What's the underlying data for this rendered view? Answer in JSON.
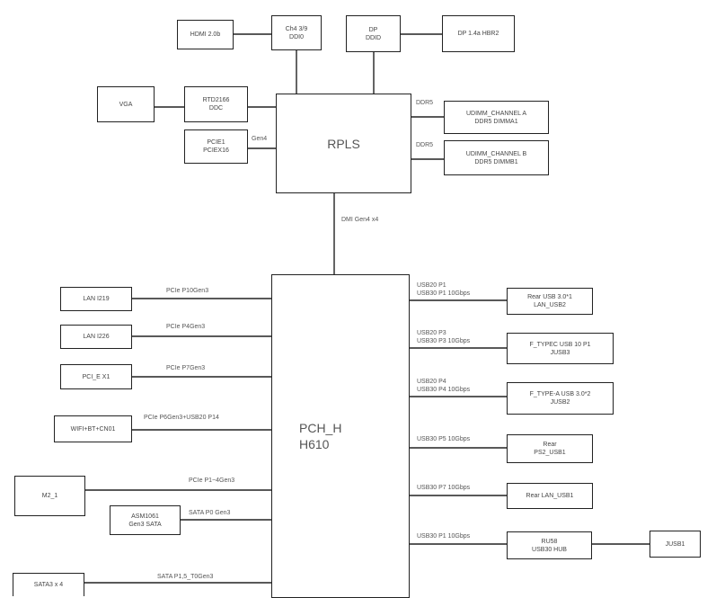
{
  "chips": {
    "rpls": "RPLS",
    "pch": [
      "PCH_H",
      "H610"
    ]
  },
  "top_boxes": {
    "hdmi": "HDMI 2.0b",
    "ch_ddi": [
      "Ch4 3/9",
      "DDI0"
    ],
    "dp_ddi": [
      "DP",
      "DDID"
    ],
    "dp_hbr": "DP 1.4a HBR2",
    "vga": "VGA",
    "rt_ddc": [
      "RTD2166",
      "DDC"
    ],
    "pcie_slot": [
      "PCIE1",
      "PCIEX16"
    ]
  },
  "memory": {
    "ddr_label_a": "DDR5",
    "ddr_label_b": "DDR5",
    "channel_a": [
      "UDIMM_CHANNEL A",
      "DDR5 DIMMA1"
    ],
    "channel_b": [
      "UDIMM_CHANNEL B",
      "DDR5 DIMMB1"
    ]
  },
  "links": {
    "gen4": "Gen4",
    "dmi": "DMI Gen4 x4",
    "lan1": "PCIe P10Gen3",
    "lan2": "PCIe P4Gen3",
    "pci": "PCIe P7Gen3",
    "wifi": "PCIe P6Gen3+USB20 P14",
    "m2": "PCIe P1~4Gen3",
    "sata_small": "SATA P0 Gen3",
    "sata_big": "SATA P1,5_T0Gen3"
  },
  "left_boxes": {
    "lan1": "LAN I219",
    "lan2": "LAN I226",
    "pci": "PCI_E X1",
    "wifi": "WIFI+BT+CN01",
    "m2": "M2_1",
    "sata_small": [
      "ASM1061",
      "Gen3 SATA"
    ],
    "sata_big": "SATA3 x 4"
  },
  "usb": {
    "u1_label": [
      "USB20 P1",
      "USB30 P1 10Gbps"
    ],
    "u1_box": [
      "Rear USB 3.0*1",
      "LAN_USB2"
    ],
    "u2_label": [
      "USB20 P3",
      "USB30 P3 10Gbps"
    ],
    "u2_box": [
      "F_TYPEC USB 10 P1",
      "JUSB3"
    ],
    "u3_label": [
      "USB20 P4",
      "USB30 P4 10Gbps"
    ],
    "u3_box": [
      "F_TYPE-A USB 3.0*2",
      "JUSB2"
    ],
    "u4_label": "USB30 P5 10Gbps",
    "u4_box": [
      "Rear",
      "PS2_USB1"
    ],
    "u5_label": "USB30 P7 10Gbps",
    "u5_box": "Rear LAN_USB1",
    "u6_label": "USB30 P1 10Gbps",
    "u6_box": [
      "RU58",
      "USB30 HUB"
    ],
    "u6_ext": "JUSB1"
  }
}
